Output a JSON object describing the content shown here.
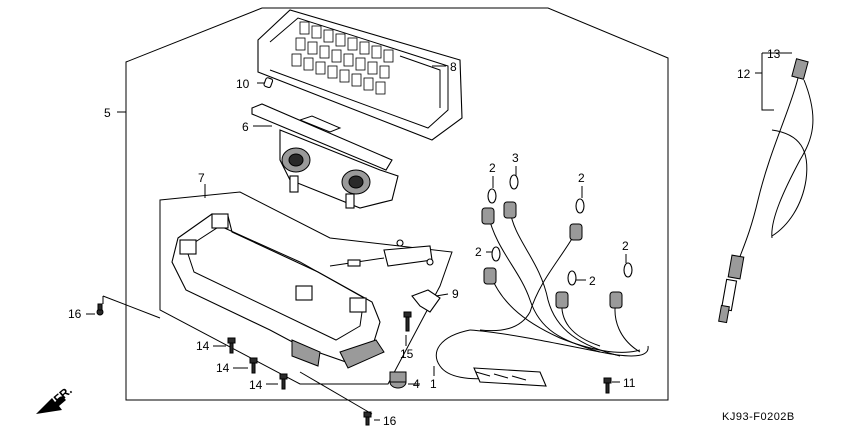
{
  "diagram": {
    "code": "KJ93-F0202B",
    "direction_label": "FR.",
    "callouts": {
      "c1": "1",
      "c2a": "2",
      "c2b": "2",
      "c2c": "2",
      "c2d": "2",
      "c2e": "2",
      "c3": "3",
      "c4": "4",
      "c5": "5",
      "c6": "6",
      "c7": "7",
      "c8": "8",
      "c9": "9",
      "c10": "10",
      "c11": "11",
      "c12": "12",
      "c13": "13",
      "c14a": "14",
      "c14b": "14",
      "c14c": "14",
      "c15": "15",
      "c16a": "16",
      "c16b": "16"
    }
  }
}
